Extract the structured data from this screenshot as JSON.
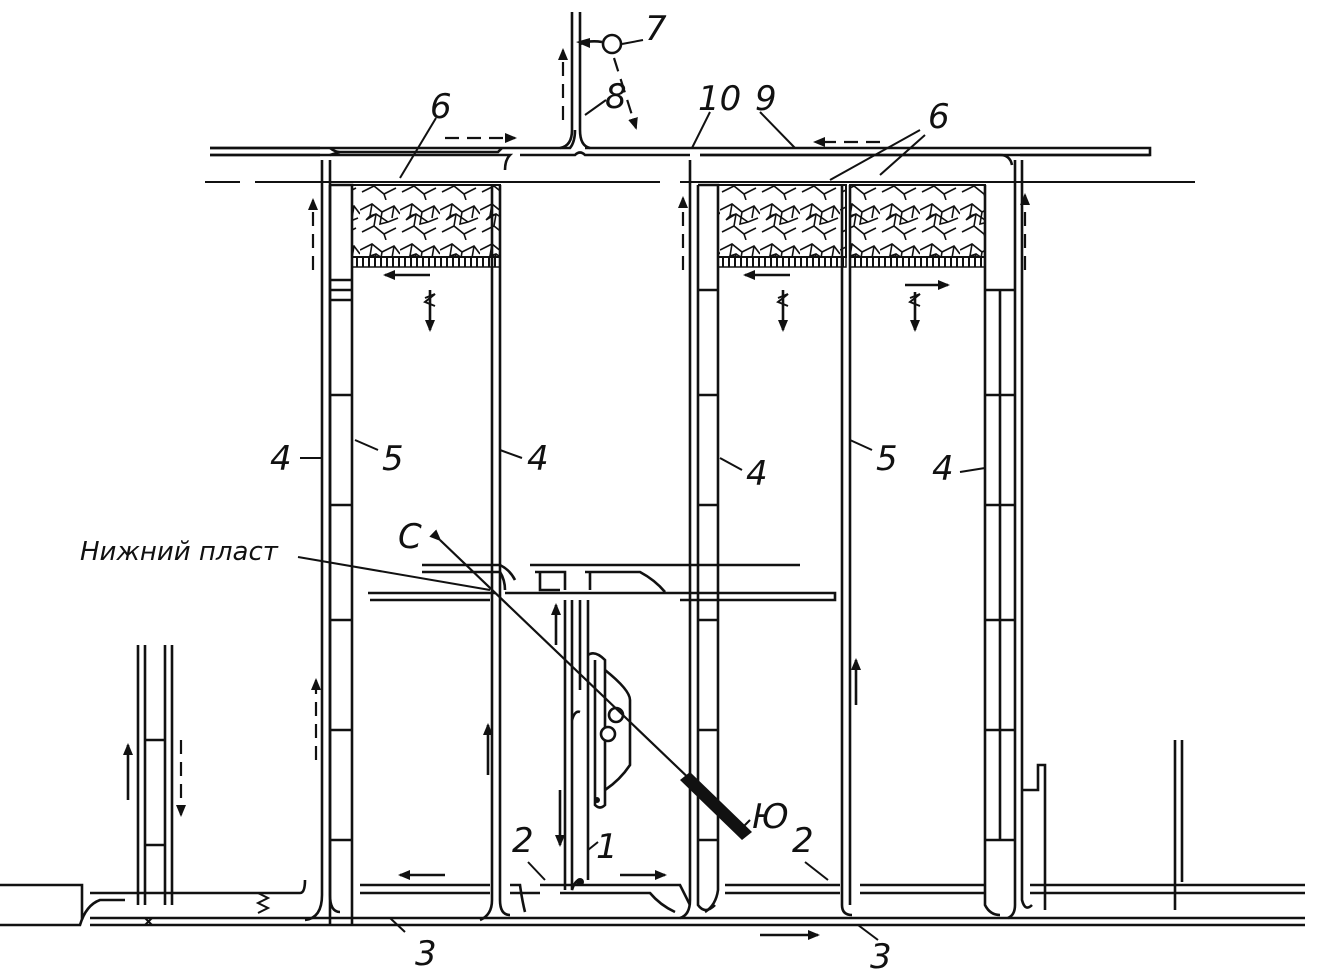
{
  "labels": {
    "n1": "1",
    "n2a": "2",
    "n2b": "2",
    "n3a": "3",
    "n3b": "3",
    "n4a": "4",
    "n4b": "4",
    "n4c": "4",
    "n4d": "4",
    "n5a": "5",
    "n5b": "5",
    "n6a": "6",
    "n6b": "6",
    "n7": "7",
    "n8": "8",
    "n9": "9",
    "n10": "10",
    "north": "С",
    "south": "Ю",
    "lower_seam": "Нижний пласт"
  },
  "colors": {
    "ink": "#111111",
    "paper": "#ffffff"
  }
}
